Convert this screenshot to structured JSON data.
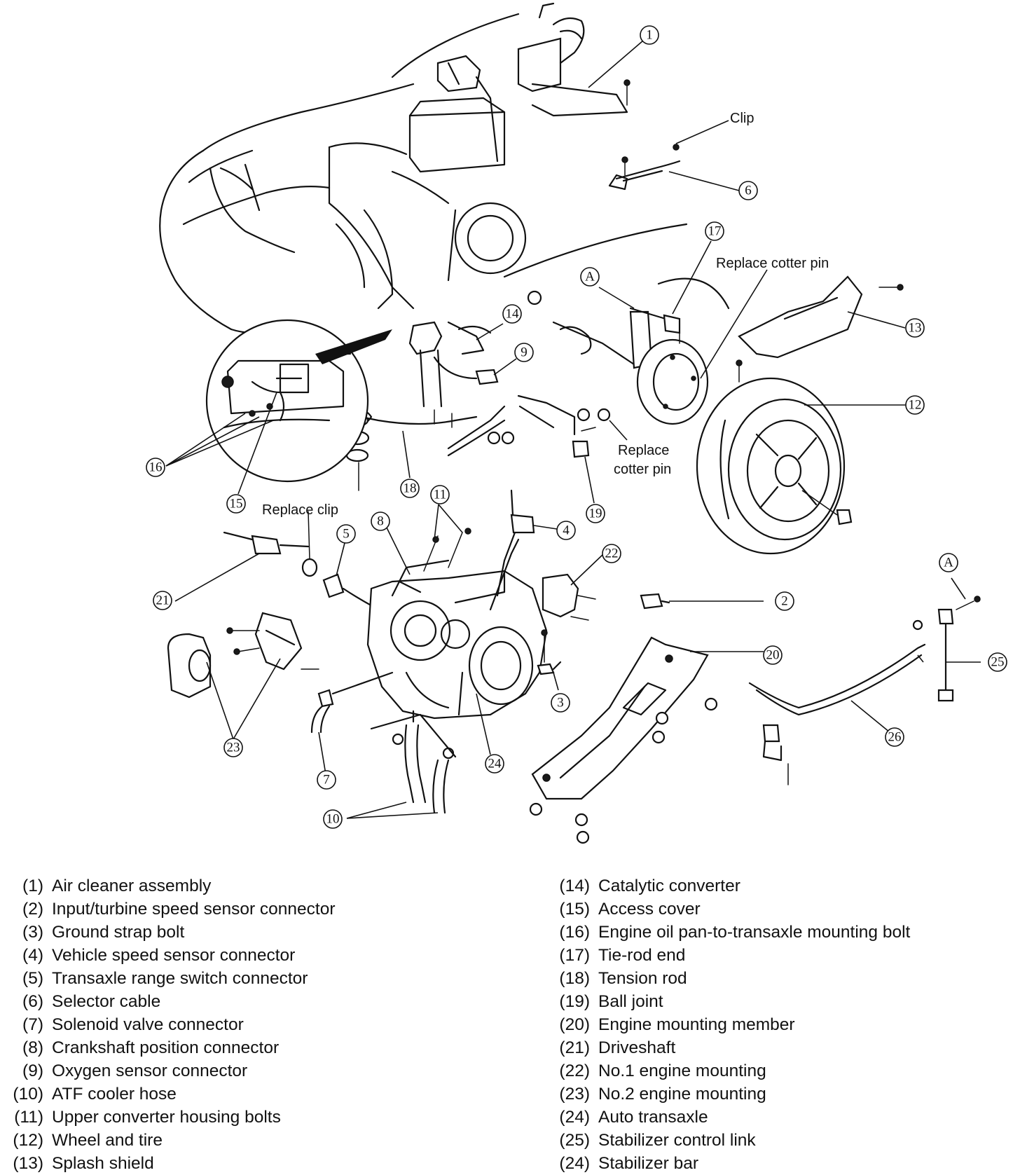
{
  "callouts": {
    "c1": "1",
    "c2": "2",
    "c3": "3",
    "c4": "4",
    "c5": "5",
    "c6": "6",
    "c7": "7",
    "c8": "8",
    "c9": "9",
    "c10": "10",
    "c11": "11",
    "c12": "12",
    "c13": "13",
    "c14": "14",
    "c15": "15",
    "c16": "16",
    "c17": "17",
    "c18": "18",
    "c19": "19",
    "c20": "20",
    "c21": "21",
    "c22": "22",
    "c23": "23",
    "c24": "24",
    "c25": "25",
    "c26": "26",
    "cA1": "A",
    "cA2": "A"
  },
  "notes": {
    "clip": "Clip",
    "replace_cotter_pin_top": "Replace cotter pin",
    "replace_cotter_pin_mid_1": "Replace",
    "replace_cotter_pin_mid_2": "cotter pin",
    "replace_clip": "Replace clip"
  },
  "legend": {
    "left": [
      {
        "num": "(1)",
        "label": "Air cleaner assembly"
      },
      {
        "num": "(2)",
        "label": "Input/turbine speed sensor connector"
      },
      {
        "num": "(3)",
        "label": "Ground strap bolt"
      },
      {
        "num": "(4)",
        "label": "Vehicle speed sensor connector"
      },
      {
        "num": "(5)",
        "label": "Transaxle range switch connector"
      },
      {
        "num": "(6)",
        "label": "Selector cable"
      },
      {
        "num": "(7)",
        "label": "Solenoid valve connector"
      },
      {
        "num": "(8)",
        "label": "Crankshaft position connector"
      },
      {
        "num": "(9)",
        "label": "Oxygen sensor connector"
      },
      {
        "num": "(10)",
        "label": "ATF cooler hose"
      },
      {
        "num": "(11)",
        "label": "Upper converter housing bolts"
      },
      {
        "num": "(12)",
        "label": "Wheel and tire"
      },
      {
        "num": "(13)",
        "label": "Splash shield"
      }
    ],
    "right": [
      {
        "num": "(14)",
        "label": "Catalytic converter"
      },
      {
        "num": "(15)",
        "label": "Access cover"
      },
      {
        "num": "(16)",
        "label": "Engine oil pan-to-transaxle mounting bolt"
      },
      {
        "num": "(17)",
        "label": "Tie-rod end"
      },
      {
        "num": "(18)",
        "label": "Tension rod"
      },
      {
        "num": "(19)",
        "label": "Ball joint"
      },
      {
        "num": "(20)",
        "label": "Engine mounting member"
      },
      {
        "num": "(21)",
        "label": "Driveshaft"
      },
      {
        "num": "(22)",
        "label": "No.1 engine mounting"
      },
      {
        "num": "(23)",
        "label": "No.2 engine mounting"
      },
      {
        "num": "(24)",
        "label": "Auto transaxle"
      },
      {
        "num": "(25)",
        "label": "Stabilizer control link"
      },
      {
        "num": "(24)",
        "label": "Stabilizer bar"
      }
    ]
  }
}
